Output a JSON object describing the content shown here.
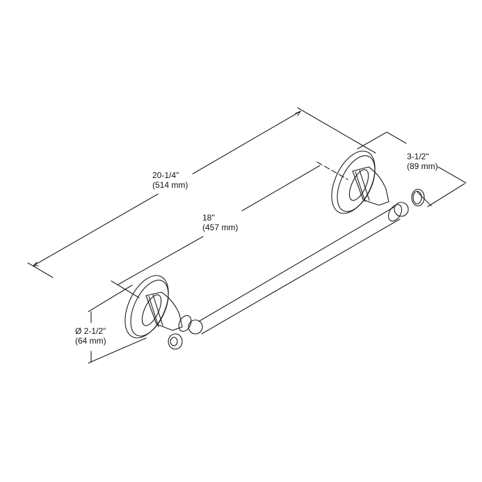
{
  "drawing": {
    "subject": "towel bar isometric dimension drawing",
    "line_color": "#1a1a1a",
    "background": "#ffffff"
  },
  "dimensions": {
    "overall_length": {
      "imperial": "20-1/4\"",
      "metric": "(514 mm)"
    },
    "bar_length": {
      "imperial": "18\"",
      "metric": "(457 mm)"
    },
    "projection": {
      "imperial": "3-1/2\"",
      "metric": "(89 mm)"
    },
    "flange_diameter": {
      "imperial": "Ø 2-1/2\"",
      "metric": "(64 mm)"
    }
  }
}
